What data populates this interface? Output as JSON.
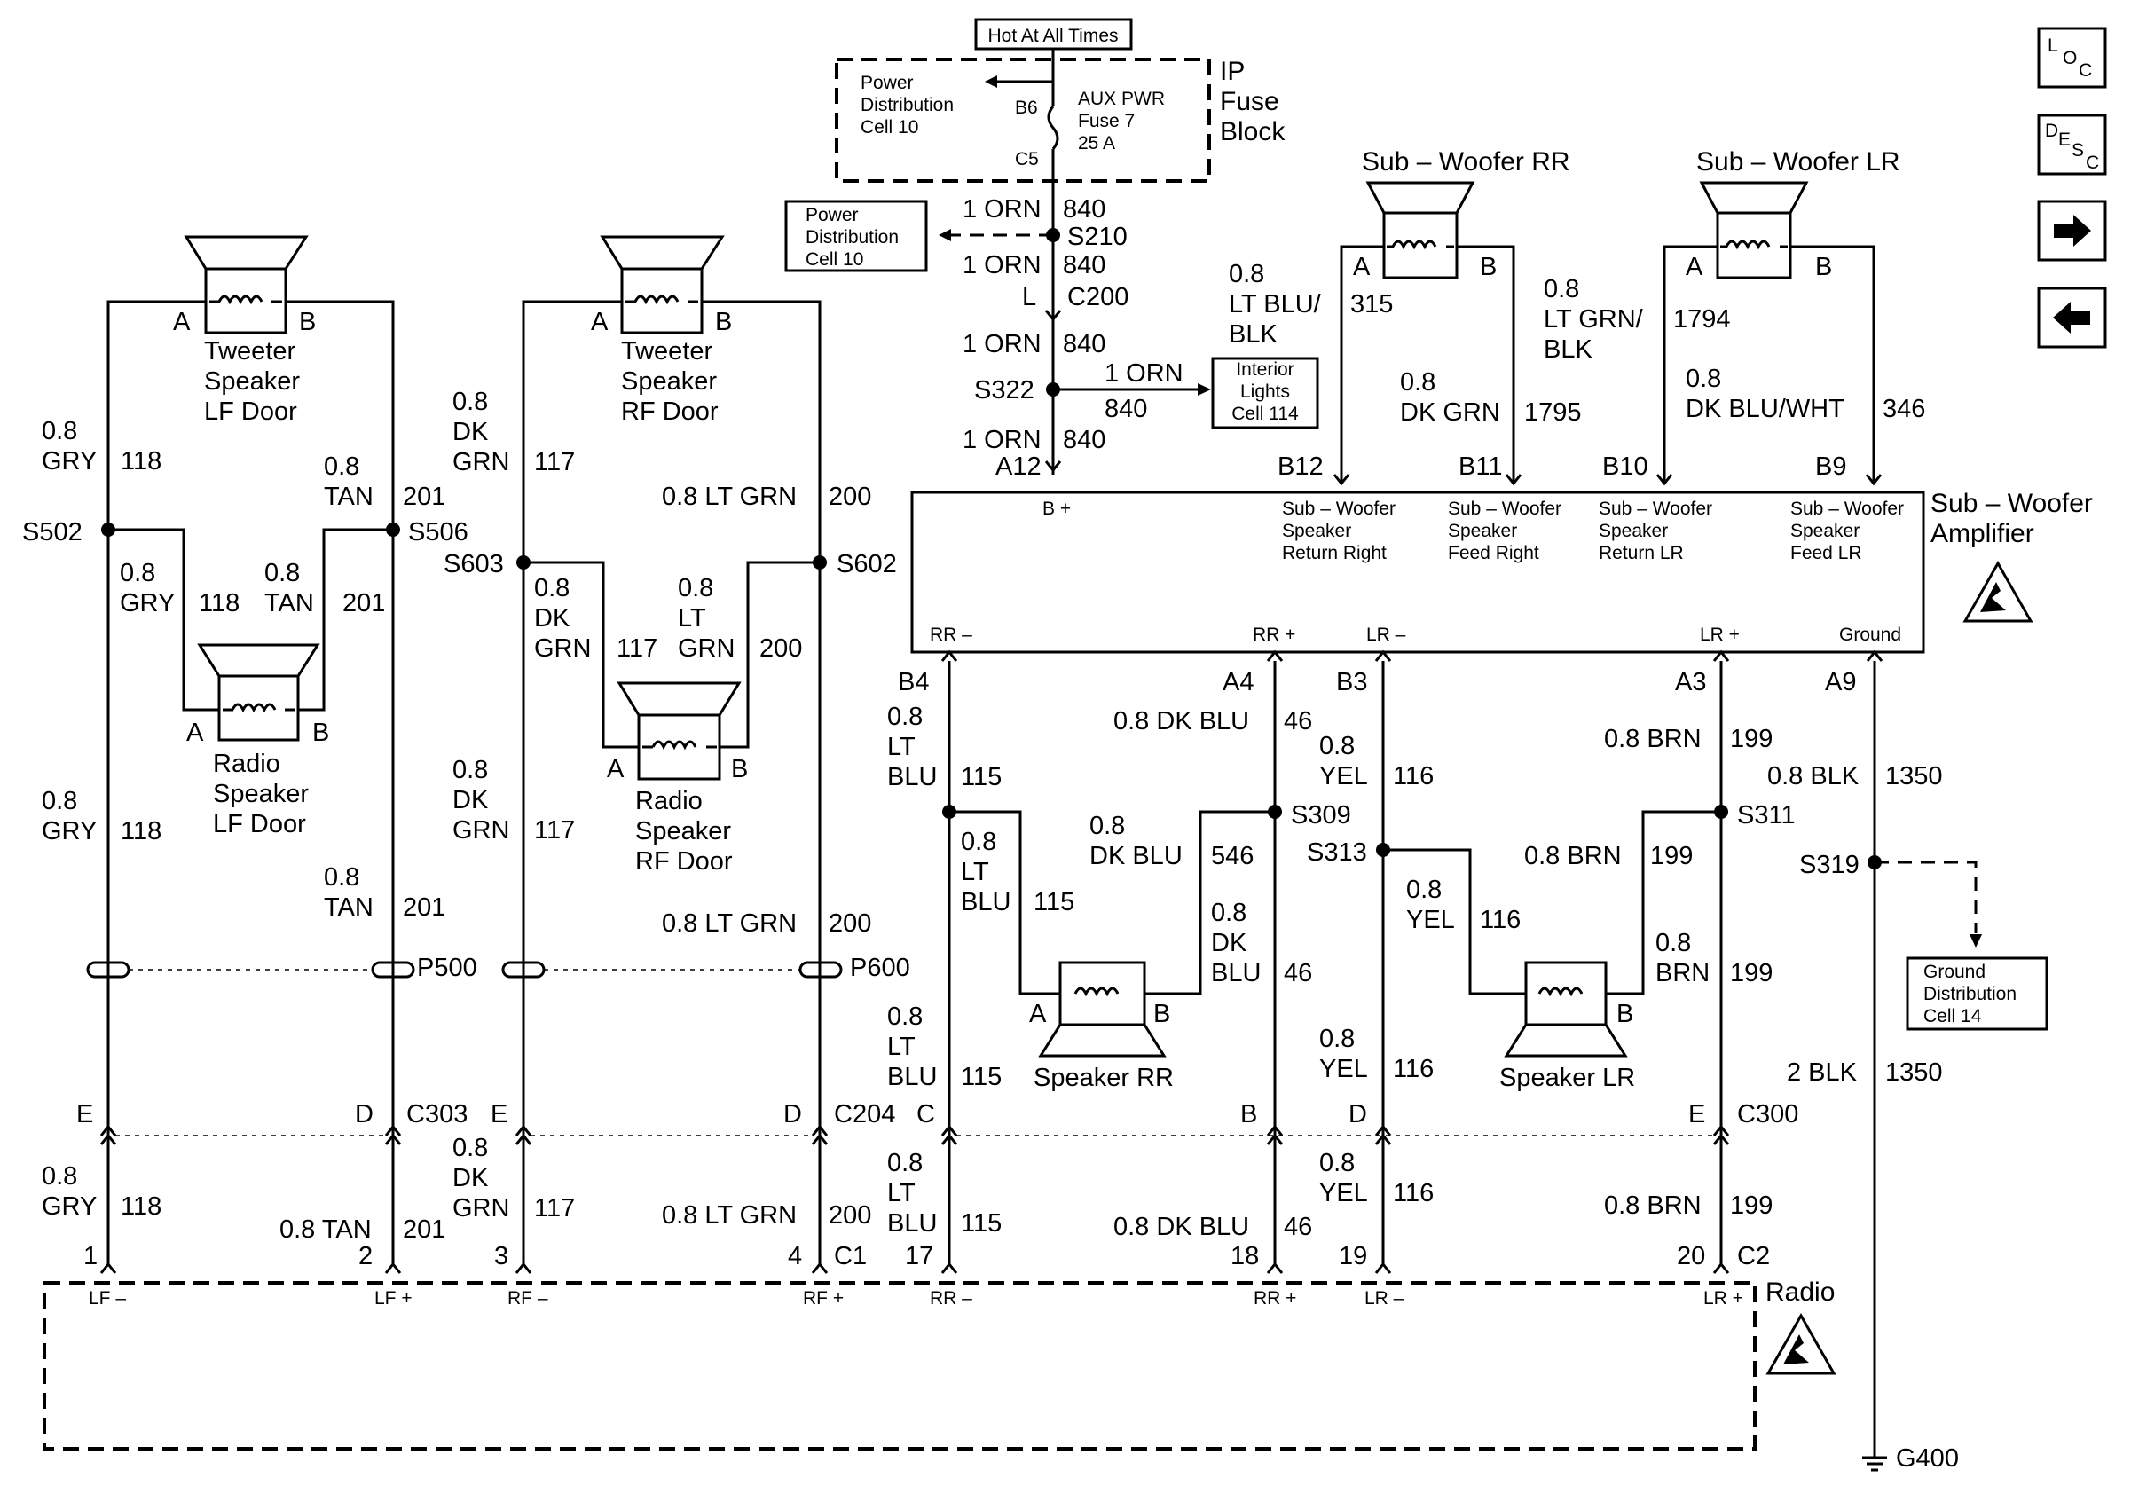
{
  "hot": "Hot At All Times",
  "fuse_block": {
    "title": [
      "IP",
      "Fuse",
      "Block"
    ],
    "pdc": [
      "Power",
      "Distribution",
      "Cell 10"
    ],
    "b6": "B6",
    "c5": "C5",
    "fuse": [
      "AUX PWR",
      "Fuse 7",
      "25 A"
    ]
  },
  "pdc2": [
    "Power",
    "Distribution",
    "Cell 10"
  ],
  "interior": [
    "Interior",
    "Lights",
    "Cell 114"
  ],
  "ground_dist": [
    "Ground",
    "Distribution",
    "Cell 14"
  ],
  "feed": {
    "w1": "1 ORN",
    "c1": "840",
    "s210": "S210",
    "w2": "1 ORN",
    "c2": "840",
    "l": "L",
    "c200": "C200",
    "w3": "1 ORN",
    "c3": "840",
    "s322": "S322",
    "w4": "1 ORN",
    "c4": "840",
    "w5": "1 ORN",
    "c5": "840",
    "a12": "A12"
  },
  "nav_icons": [
    "location-icon",
    "description-icon",
    "next-arrow-icon",
    "previous-arrow-icon"
  ],
  "nav": {
    "loc": [
      "L",
      "O",
      "C"
    ],
    "desc": [
      "D",
      "E",
      "S",
      "C"
    ]
  },
  "amp": {
    "title": [
      "Sub – Woofer",
      "Amplifier"
    ],
    "bplus": "B +",
    "pins_top": [
      "B12",
      "B11",
      "B10",
      "B9"
    ],
    "top_labels": [
      [
        "Sub – Woofer",
        "Speaker",
        "Return Right"
      ],
      [
        "Sub – Woofer",
        "Speaker",
        "Feed Right"
      ],
      [
        "Sub – Woofer",
        "Speaker",
        "Return LR"
      ],
      [
        "Sub – Woofer",
        "Speaker",
        "Feed LR"
      ]
    ],
    "bottom_labels": [
      "RR –",
      "RR +",
      "LR –",
      "LR +",
      "Ground"
    ],
    "pins_bottom": [
      "B4",
      "A4",
      "B3",
      "A3",
      "A9"
    ]
  },
  "subwoofers": {
    "rr": {
      "title": "Sub – Woofer RR",
      "a": "A",
      "b": "B",
      "w_a": [
        "0.8",
        "LT BLU/",
        "BLK"
      ],
      "c_a": "315",
      "w_b": [
        "0.8",
        "DK GRN"
      ],
      "c_b": "1795"
    },
    "lr": {
      "title": "Sub – Woofer LR",
      "a": "A",
      "b": "B",
      "w_a": [
        "0.8",
        "LT GRN/",
        "BLK"
      ],
      "c_a": "1794",
      "w_b": [
        "0.8",
        "DK BLU/WHT"
      ],
      "c_b": "346"
    }
  },
  "lf": {
    "tweeter": [
      "Tweeter",
      "Speaker",
      "LF Door"
    ],
    "radio_spk": [
      "Radio",
      "Speaker",
      "LF Door"
    ],
    "a": "A",
    "b": "B",
    "gry": [
      "0.8",
      "GRY"
    ],
    "c118": "118",
    "tan": [
      "0.8",
      "TAN"
    ],
    "c201": "201",
    "s502": "S502",
    "s506": "S506",
    "p500": "P500",
    "tan_single": "0.8 TAN"
  },
  "rf": {
    "tweeter": [
      "Tweeter",
      "Speaker",
      "RF Door"
    ],
    "radio_spk": [
      "Radio",
      "Speaker",
      "RF Door"
    ],
    "a": "A",
    "b": "B",
    "dkgrn": [
      "0.8",
      "DK",
      "GRN"
    ],
    "c117": "117",
    "ltgrn": "0.8 LT GRN",
    "ltgrn3": [
      "0.8",
      "LT",
      "GRN"
    ],
    "c200": "200",
    "s603": "S603",
    "s602": "S602",
    "p600": "P600"
  },
  "rear": {
    "ltblu": [
      "0.8",
      "LT",
      "BLU"
    ],
    "c115": "115",
    "dkblu": "0.8 DK BLU",
    "dkblu2": [
      "0.8",
      "DK BLU"
    ],
    "dkblu3": [
      "0.8",
      "DK",
      "BLU"
    ],
    "c46": "46",
    "c546": "546",
    "yel": [
      "0.8",
      "YEL"
    ],
    "c116": "116",
    "brn": "0.8 BRN",
    "brn2": [
      "0.8",
      "BRN"
    ],
    "c199": "199",
    "blk": "0.8 BLK",
    "blk2": "2 BLK",
    "c1350": "1350",
    "s309": "S309",
    "s313": "S313",
    "s311": "S311",
    "s319": "S319",
    "spk_rr": "Speaker RR",
    "spk_lr": "Speaker LR",
    "a": "A",
    "b": "B",
    "g400": "G400"
  },
  "connectors": {
    "c303": "C303",
    "c204": "C204",
    "c300": "C300",
    "c1": "C1",
    "c2": "C2",
    "e": "E",
    "d": "D",
    "c": "C",
    "b": "B",
    "pins": [
      "1",
      "2",
      "3",
      "4",
      "17",
      "18",
      "19",
      "20"
    ]
  },
  "radio": {
    "title": "Radio",
    "labels": [
      "LF –",
      "LF +",
      "RF –",
      "RF +",
      "RR –",
      "RR +",
      "LR –",
      "LR +"
    ]
  }
}
